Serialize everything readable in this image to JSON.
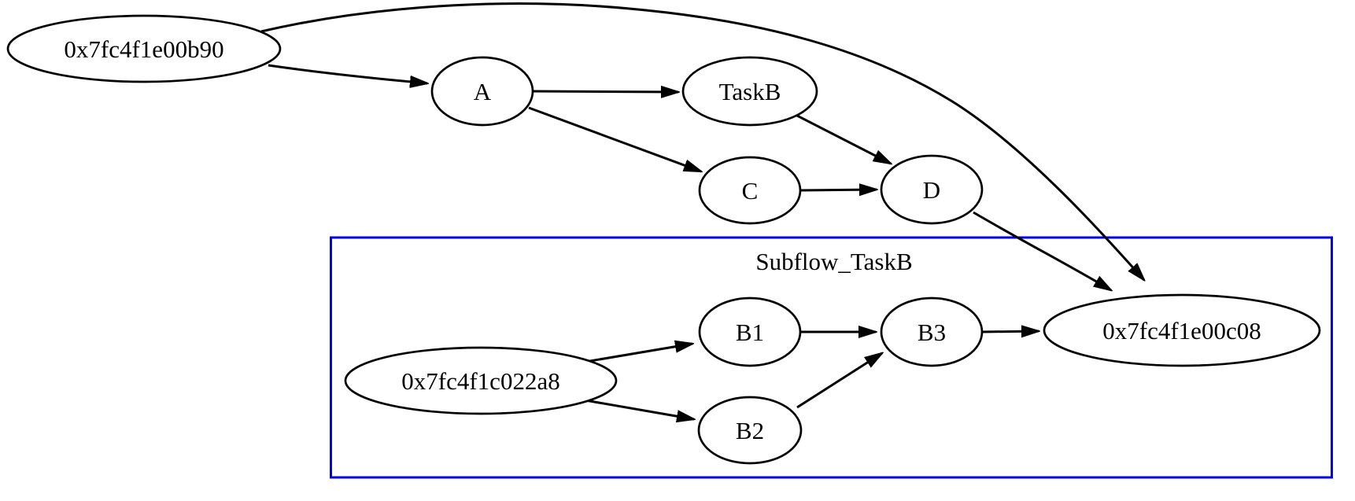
{
  "colors": {
    "background": "#ffffff",
    "node_stroke": "#000000",
    "edge": "#000000",
    "text": "#000000",
    "cluster_border": "#0000ee"
  },
  "graph": {
    "type": "directed-taskflow-graph",
    "cluster": {
      "label": "Subflow_TaskB"
    },
    "nodes": {
      "b90": {
        "label": "0x7fc4f1e00b90"
      },
      "a": {
        "label": "A"
      },
      "taskb": {
        "label": "TaskB"
      },
      "c": {
        "label": "C"
      },
      "d": {
        "label": "D"
      },
      "c022a8": {
        "label": "0x7fc4f1c022a8"
      },
      "b1": {
        "label": "B1"
      },
      "b2": {
        "label": "B2"
      },
      "b3": {
        "label": "B3"
      },
      "c08": {
        "label": "0x7fc4f1e00c08"
      }
    },
    "edges": [
      {
        "from": "0x7fc4f1e00b90",
        "to": "A"
      },
      {
        "from": "0x7fc4f1e00b90",
        "to": "0x7fc4f1e00c08"
      },
      {
        "from": "A",
        "to": "TaskB"
      },
      {
        "from": "A",
        "to": "C"
      },
      {
        "from": "TaskB",
        "to": "D"
      },
      {
        "from": "C",
        "to": "D"
      },
      {
        "from": "D",
        "to": "0x7fc4f1e00c08"
      },
      {
        "from": "0x7fc4f1c022a8",
        "to": "B1"
      },
      {
        "from": "0x7fc4f1c022a8",
        "to": "B2"
      },
      {
        "from": "B1",
        "to": "B3"
      },
      {
        "from": "B2",
        "to": "B3"
      },
      {
        "from": "B3",
        "to": "0x7fc4f1e00c08"
      }
    ]
  }
}
